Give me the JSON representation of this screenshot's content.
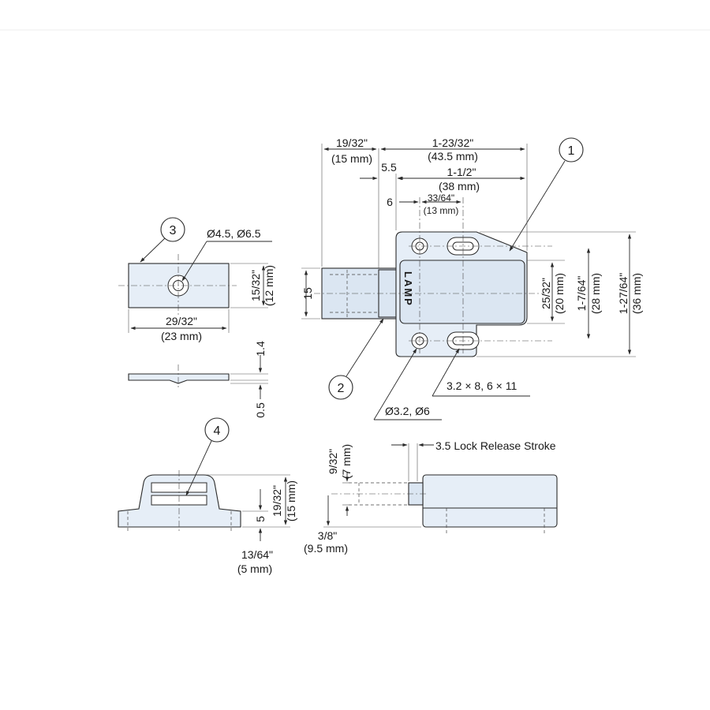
{
  "callouts": [
    "1",
    "2",
    "3",
    "4"
  ],
  "top_view": {
    "dim_overall_inch": "1-23/32\"",
    "dim_overall_mm": "(43.5 mm)",
    "dim_stroke_inch": "19/32\"",
    "dim_stroke_mm": "(15 mm)",
    "dim_5_5": "5.5",
    "dim_38_inch": "1-1/2\"",
    "dim_38_mm": "(38 mm)",
    "dim_6": "6",
    "dim_13_inch": "33/64\"",
    "dim_13_mm": "(13 mm)",
    "dim_15": "15",
    "dim_20_inch": "25/32\"",
    "dim_20_mm": "(20 mm)",
    "dim_28_inch": "1-7/64\"",
    "dim_28_mm": "(28 mm)",
    "dim_36_inch": "1-27/64\"",
    "dim_36_mm": "(36 mm)",
    "slot_note": "3.2 × 8, 6 × 11",
    "hole_note": "Ø3.2, Ø6",
    "brand": "LAMP"
  },
  "strike_plate": {
    "hole_note": "Ø4.5, Ø6.5",
    "height_inch": "15/32\"",
    "height_mm": "(12 mm)",
    "width_inch": "29/32\"",
    "width_mm": "(23 mm)",
    "dim_1_4": "1.4",
    "dim_0_5": "0.5"
  },
  "catch_bracket": {
    "height_inch": "19/32\"",
    "height_mm": "(15 mm)",
    "dim_5": "5",
    "base_inch": "13/64\"",
    "base_mm": "(5 mm)"
  },
  "side_view": {
    "stroke_note": "3.5  Lock Release Stroke",
    "dim_7_inch": "9/32\"",
    "dim_7_mm": "(7 mm)",
    "dim_9_5_inch": "3/8\"",
    "dim_9_5_mm": "(9.5 mm)"
  }
}
